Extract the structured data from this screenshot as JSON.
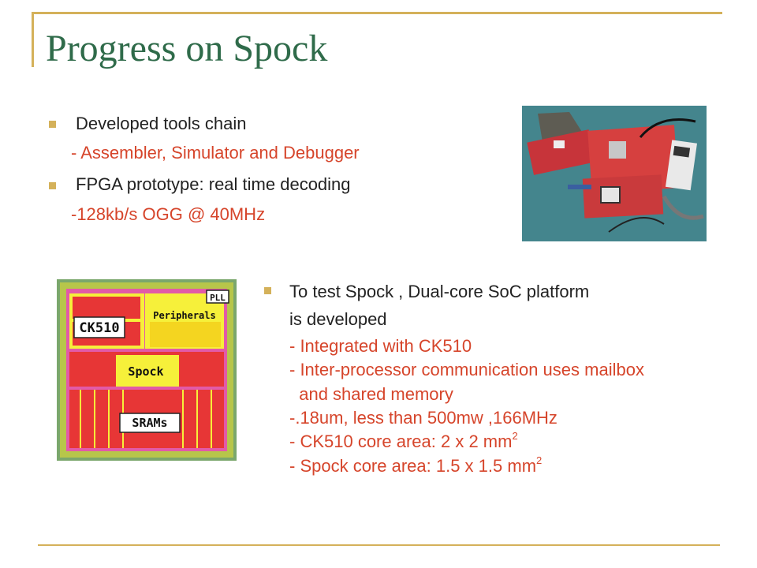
{
  "slide": {
    "title": "Progress on Spock",
    "bullets_top": [
      {
        "text": "Developed tools chain",
        "sub": "- Assembler, Simulator and Debugger"
      },
      {
        "text": "FPGA prototype: real time decoding",
        "sub": "-128kb/s OGG @ 40MHz"
      }
    ],
    "bullet_right": {
      "line1": "To test Spock , Dual-core SoC platform",
      "line2": "is developed",
      "items": [
        "- Integrated with CK510",
        "- Inter-processor communication uses mailbox",
        "  and shared memory",
        "-.18um, less than 500mw ,166MHz"
      ],
      "ck510_area_prefix": "- CK510 core area: 2 x 2 mm",
      "ck510_area_sup": "2",
      "spock_area_prefix": "- Spock core area: 1.5 x 1.5 mm",
      "spock_area_sup": "2"
    },
    "chip_labels": {
      "pll": "PLL",
      "ck510": "CK510",
      "peripherals": "Peripherals",
      "spock": "Spock",
      "srams": "SRAMs"
    },
    "colors": {
      "title": "#2f6b4a",
      "accent": "#d4b15a",
      "sub_text": "#d6452b"
    }
  }
}
